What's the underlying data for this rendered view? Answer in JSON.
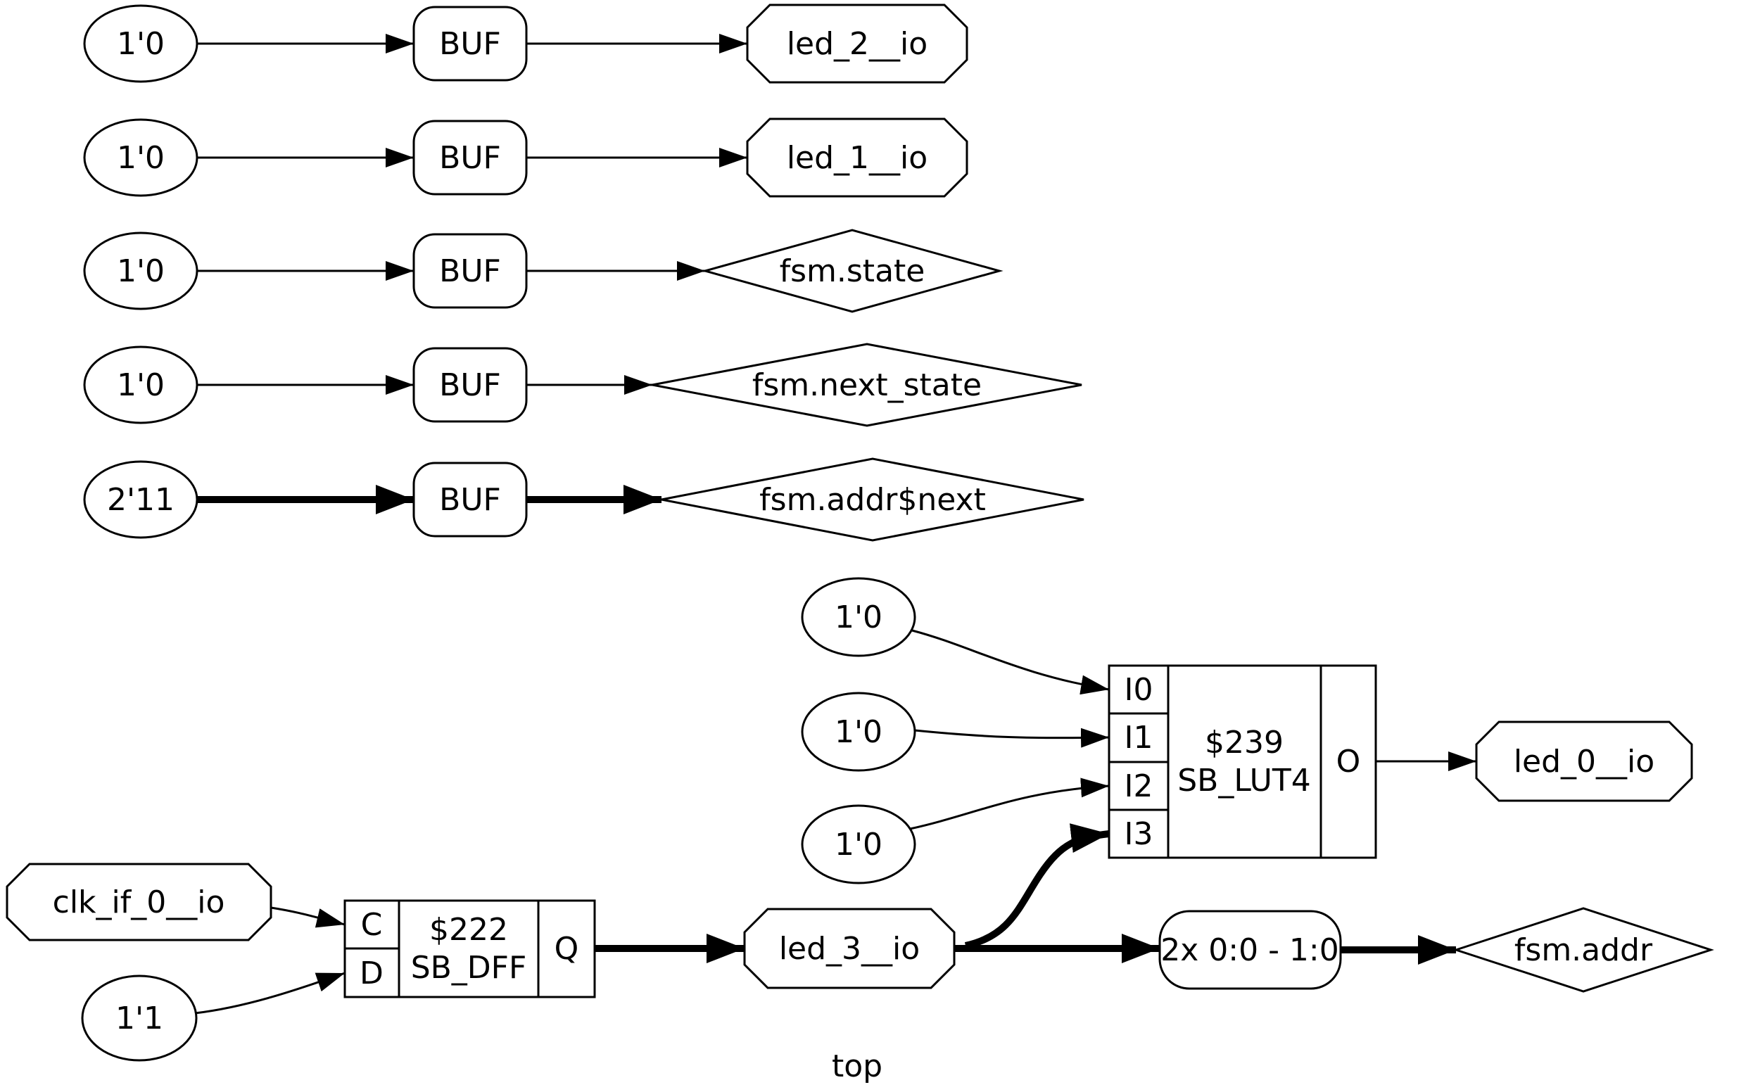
{
  "title": "top",
  "colors": {
    "line": "#000000",
    "background": "#ffffff"
  },
  "rows": [
    {
      "input": "1'0",
      "buf": "BUF",
      "out": "led_2__io"
    },
    {
      "input": "1'0",
      "buf": "BUF",
      "out": "led_1__io"
    },
    {
      "input": "1'0",
      "buf": "BUF",
      "out": "fsm.state"
    },
    {
      "input": "1'0",
      "buf": "BUF",
      "out": "fsm.next_state"
    },
    {
      "input": "2'11",
      "buf": "BUF",
      "out": "fsm.addr$next"
    }
  ],
  "lut": {
    "id": "$239",
    "type": "SB_LUT4",
    "p0": "I0",
    "p1": "I1",
    "p2": "I2",
    "p3": "I3",
    "po": "O",
    "in0": "1'0",
    "in1": "1'0",
    "in2": "1'0",
    "out": "led_0__io"
  },
  "dff": {
    "id": "$222",
    "type": "SB_DFF",
    "pc": "C",
    "pd": "D",
    "pq": "Q",
    "clk": "clk_if_0__io",
    "din": "1'1",
    "out": "led_3__io"
  },
  "slice": {
    "label": "2x 0:0 - 1:0",
    "out": "fsm.addr"
  }
}
